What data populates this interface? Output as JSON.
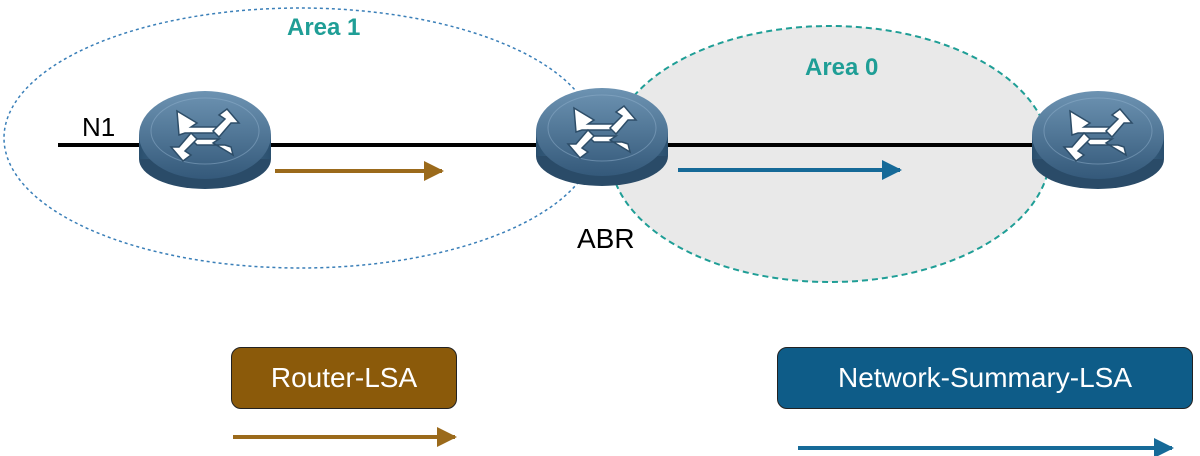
{
  "areas": {
    "area1": "Area 1",
    "area0": "Area 0"
  },
  "routers": {
    "left": {
      "icon": "router-icon"
    },
    "abr": {
      "icon": "router-icon",
      "label": "ABR"
    },
    "right": {
      "icon": "router-icon"
    }
  },
  "network": {
    "label": "N1"
  },
  "legend": {
    "router_lsa": {
      "label": "Router-LSA",
      "color": "#8b5a0a"
    },
    "network_summary_lsa": {
      "label": "Network-Summary-LSA",
      "color": "#0e5c88"
    }
  },
  "colors": {
    "area_label": "#1f9e96",
    "area0_fill": "#e9e9e9",
    "area0_border": "#1f9e96",
    "area1_border": "#3a7fb8"
  }
}
